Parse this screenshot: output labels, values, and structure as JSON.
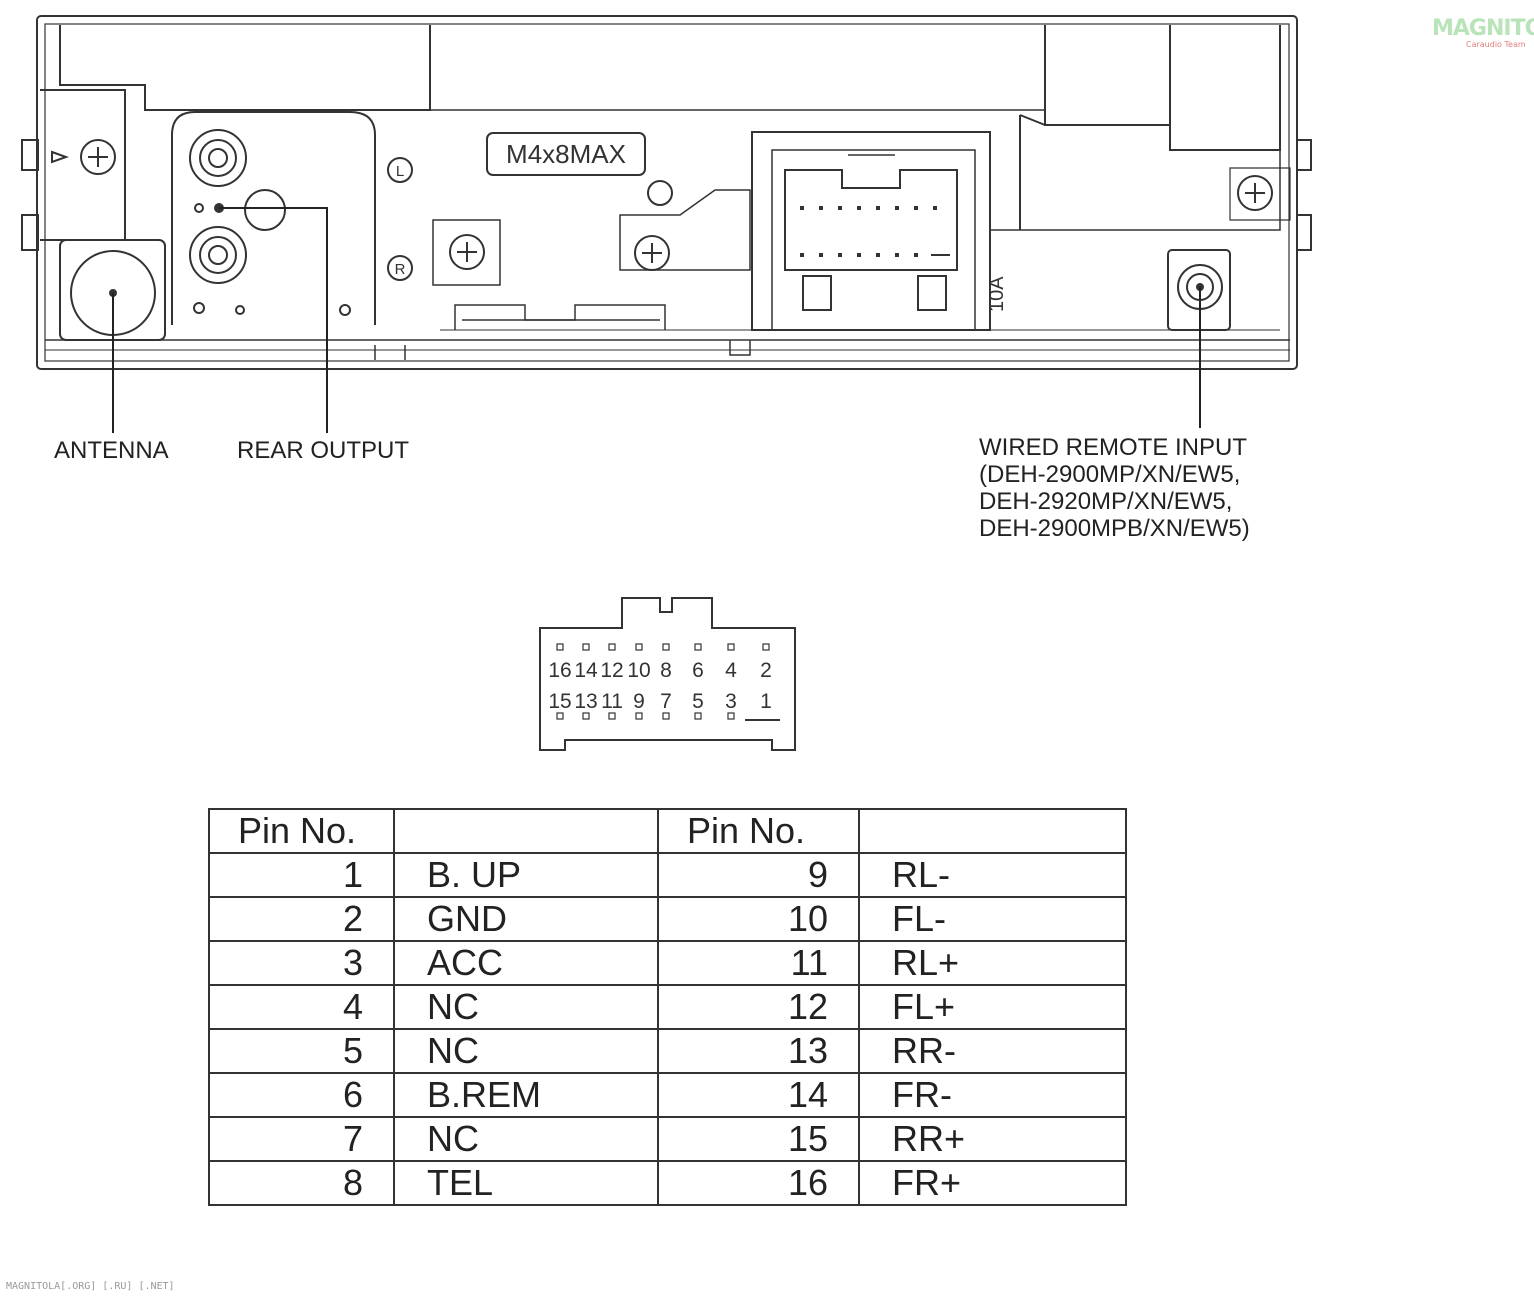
{
  "unit_labels": {
    "screw_size": "M4x8MAX",
    "fuse_rating": "10A",
    "left_channel_mark": "L",
    "right_channel_mark": "R"
  },
  "callouts": {
    "antenna": "ANTENNA",
    "rear_output": "REAR OUTPUT",
    "wired_remote_input": {
      "line1": "WIRED REMOTE INPUT",
      "line2": "(DEH-2900MP/XN/EW5,",
      "line3": "DEH-2920MP/XN/EW5,",
      "line4": "DEH-2900MPB/XN/EW5)"
    }
  },
  "connector": {
    "top_row": [
      "16",
      "14",
      "12",
      "10",
      "8",
      "6",
      "4",
      "2"
    ],
    "bottom_row": [
      "15",
      "13",
      "11",
      "9",
      "7",
      "5",
      "3",
      "1"
    ]
  },
  "pin_table": {
    "header": {
      "pin_label_left": "Pin No.",
      "func_label_left": "",
      "pin_label_right": "Pin No.",
      "func_label_right": ""
    },
    "rows": [
      {
        "pin_a": "1",
        "func_a": "B. UP",
        "pin_b": "9",
        "func_b": "RL-"
      },
      {
        "pin_a": "2",
        "func_a": "GND",
        "pin_b": "10",
        "func_b": "FL-"
      },
      {
        "pin_a": "3",
        "func_a": "ACC",
        "pin_b": "11",
        "func_b": "RL+"
      },
      {
        "pin_a": "4",
        "func_a": "NC",
        "pin_b": "12",
        "func_b": "FL+"
      },
      {
        "pin_a": "5",
        "func_a": "NC",
        "pin_b": "13",
        "func_b": "RR-"
      },
      {
        "pin_a": "6",
        "func_a": "B.REM",
        "pin_b": "14",
        "func_b": "FR-"
      },
      {
        "pin_a": "7",
        "func_a": "NC",
        "pin_b": "15",
        "func_b": "RR+"
      },
      {
        "pin_a": "8",
        "func_a": "TEL",
        "pin_b": "16",
        "func_b": "FR+"
      }
    ]
  },
  "watermark": {
    "bottom": "MAGNITOLA[.ORG] [.RU] [.NET]",
    "logo": "MAGNITOLA",
    "logo_sub": "Caraudio Team"
  }
}
